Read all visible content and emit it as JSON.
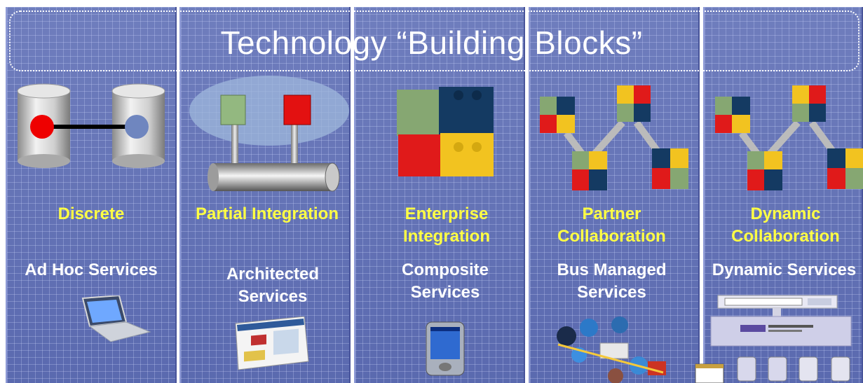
{
  "title": "Technology “Building Blocks”",
  "stages": [
    {
      "name": "Discrete",
      "services": "Ad Hoc Services"
    },
    {
      "name": "Partial Integration",
      "services": "Architected Services"
    },
    {
      "name": "Enterprise Integration",
      "services": "Composite Services"
    },
    {
      "name": "Partner Collaboration",
      "services": "Bus Managed Services"
    },
    {
      "name": "Dynamic Collaboration",
      "services": "Dynamic Services"
    }
  ],
  "colors": {
    "stage_label": "#ffff44",
    "service_label": "#ffffff",
    "column_bg": "#5f6fb6"
  },
  "icons": [
    "database-cylinder-icon",
    "pipe-connector-icon",
    "lego-blocks-icon",
    "chained-blocks-icon",
    "laptop-icon",
    "browser-screenshot-icon",
    "pda-icon",
    "collage-icon",
    "integrator-server-icon"
  ]
}
